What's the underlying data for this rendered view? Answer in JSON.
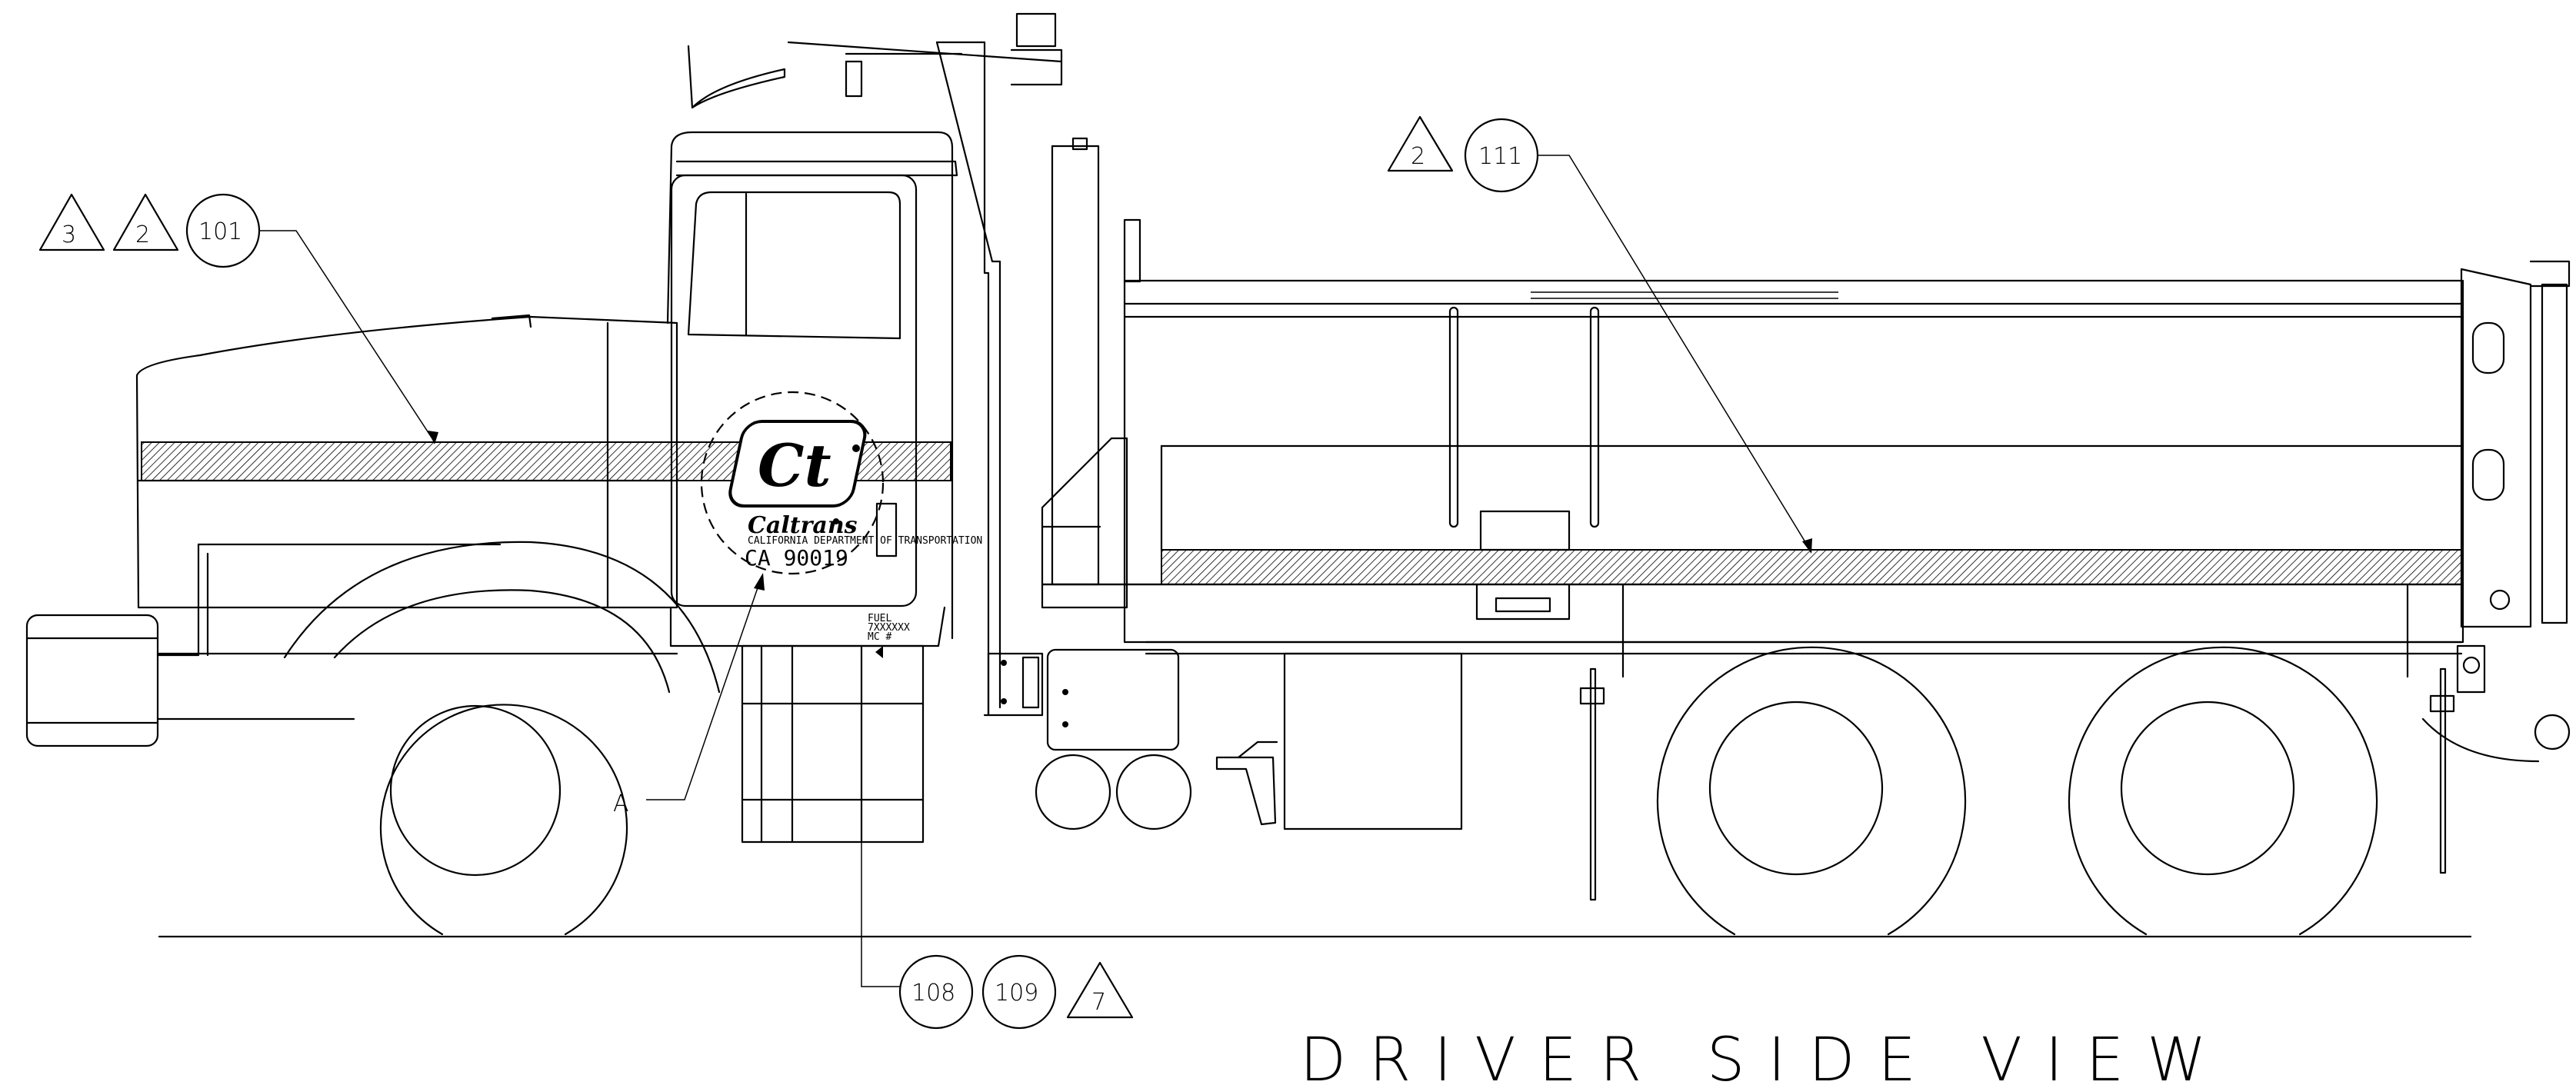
{
  "title": "DRIVER SIDE VIEW",
  "callouts": {
    "hood_stripe": {
      "triangles": [
        "3",
        "2"
      ],
      "circles": [
        "101"
      ]
    },
    "body_stripe": {
      "triangles": [
        "2"
      ],
      "circles": [
        "111"
      ]
    },
    "fuel_label": {
      "circles": [
        "108",
        "109"
      ],
      "triangles": [
        "7"
      ]
    },
    "door_logo": {
      "letter": "A"
    }
  },
  "door": {
    "logo_mark": "Ct",
    "logo_word": "Caltrans",
    "logo_tagline": "CALIFORNIA DEPARTMENT OF TRANSPORTATION",
    "registration": "CA 90019"
  },
  "fuel_decal": {
    "line1": "FUEL",
    "line2": "7XXXXXX",
    "line3": "MC #"
  },
  "icons": [
    "triangle-callout-icon",
    "circle-callout-icon",
    "logo-icon"
  ]
}
